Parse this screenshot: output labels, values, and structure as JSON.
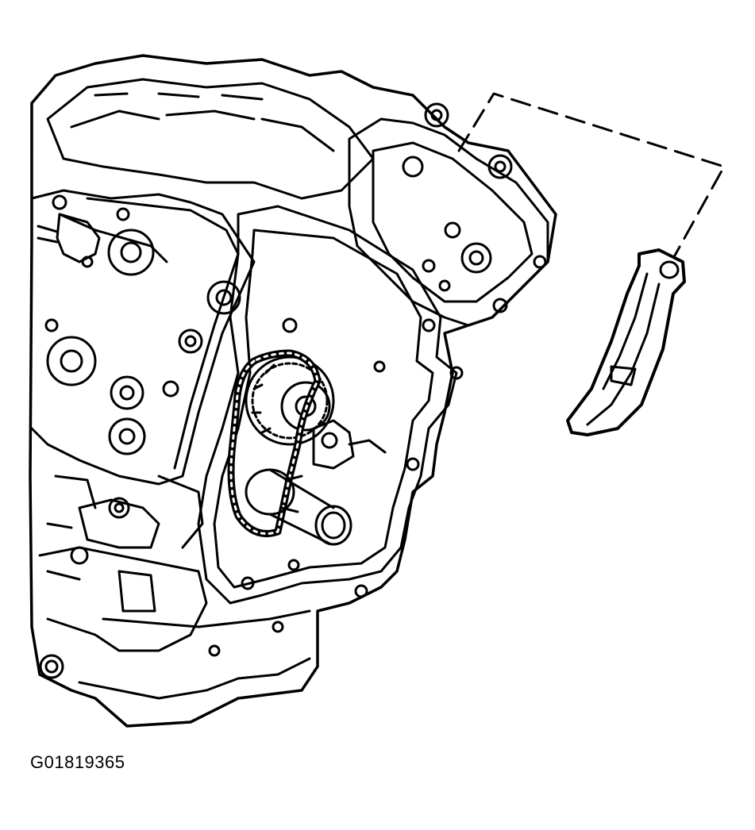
{
  "figure": {
    "code": "G01819365",
    "colors": {
      "line": "#000000",
      "paper": "#ffffff",
      "guide_fill": "#ffffff"
    }
  },
  "parts": [
    {
      "id": "engine-block",
      "icon": "engine-drawing"
    },
    {
      "id": "timing-chain",
      "icon": "chain-drawing"
    },
    {
      "id": "camshaft-sprocket",
      "icon": "sprocket-drawing"
    },
    {
      "id": "crankshaft-snout",
      "icon": "shaft-drawing"
    },
    {
      "id": "chain-guide",
      "icon": "guide-drawing"
    }
  ]
}
